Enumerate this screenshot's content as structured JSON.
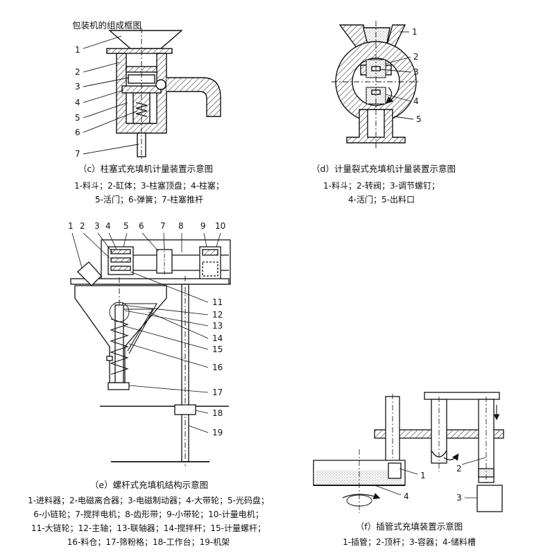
{
  "header_text": "包装机的组成框图",
  "panel_c": {
    "caption": "（c）柱塞式充填机计量装置示意图",
    "legend_lines": [
      "1-料斗；2-缸体；3-柱塞顶盘；4-柱塞；",
      "5-活门；6-弹簧；7-柱塞推杆"
    ],
    "callouts": [
      "1",
      "2",
      "3",
      "4",
      "5",
      "6",
      "7"
    ]
  },
  "panel_d": {
    "caption": "（d）计量裂式充填机计量装置示意图",
    "legend_lines": [
      "1-料斗；2-转阀；3-调节螺钉；",
      "4-活门；5-出料口"
    ],
    "callouts": [
      "1",
      "2",
      "3",
      "4",
      "5"
    ]
  },
  "panel_e": {
    "caption": "（e）螺杆式充填机结构示意图",
    "legend_lines": [
      "1-进料器；2-电磁离合器；3-电磁制动器；4-大带轮；5-光码盘；",
      "6-小链轮；7-搅拌电机；8-齿形带；9-小带轮；10-计量电机；",
      "11-大链轮；12-主轴；13-联轴器；14-搅拌杆；15-计量螺杆；",
      "16-料仓；17-筛粉格；18-工作台；19-机架"
    ],
    "callouts_top": [
      "1",
      "2",
      "3",
      "4",
      "5",
      "6",
      "7",
      "8",
      "9",
      "10"
    ],
    "callouts_right": [
      "11",
      "12",
      "13",
      "14",
      "15",
      "16",
      "17",
      "18",
      "19"
    ]
  },
  "panel_f": {
    "caption": "（f）插管式充填装置示意图",
    "legend_lines": [
      "1-插管；2-顶杆；3-容器；4-储料槽"
    ],
    "callouts": [
      "1",
      "2",
      "3",
      "4"
    ]
  }
}
